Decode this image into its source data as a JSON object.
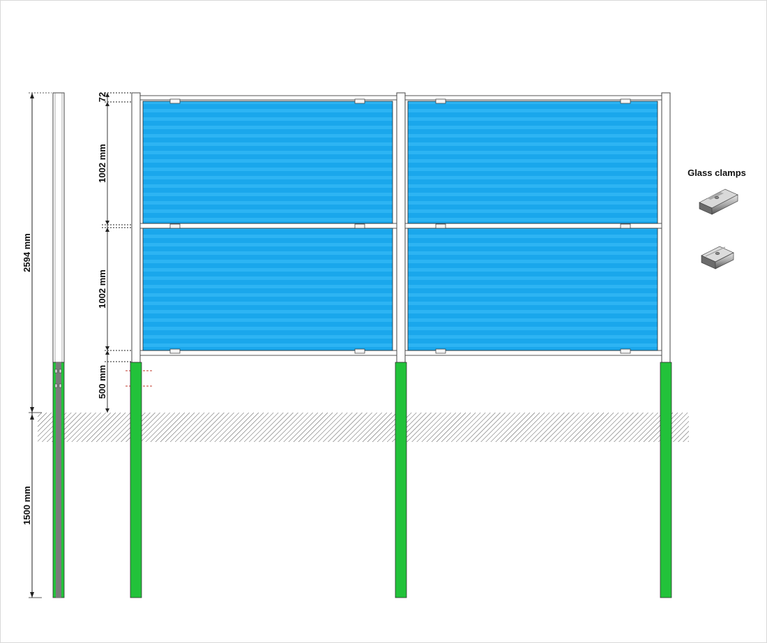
{
  "dimensions": {
    "total_height": "2594 mm",
    "embed_depth": "1500 mm",
    "top_gap": "72",
    "panel_upper": "1002 mm",
    "panel_lower": "1002 mm",
    "ground_clearance": "500 mm"
  },
  "legend": {
    "title": "Glass clamps",
    "items": [
      "glass-clamp-long",
      "glass-clamp-short"
    ]
  },
  "colors": {
    "glass": "#1aa7ec",
    "glass_stripe": "#34b8f4",
    "post_green": "#22c23a",
    "post_gray": "#7a7a7a",
    "frame": "#ffffff",
    "hatch": "#555555"
  }
}
